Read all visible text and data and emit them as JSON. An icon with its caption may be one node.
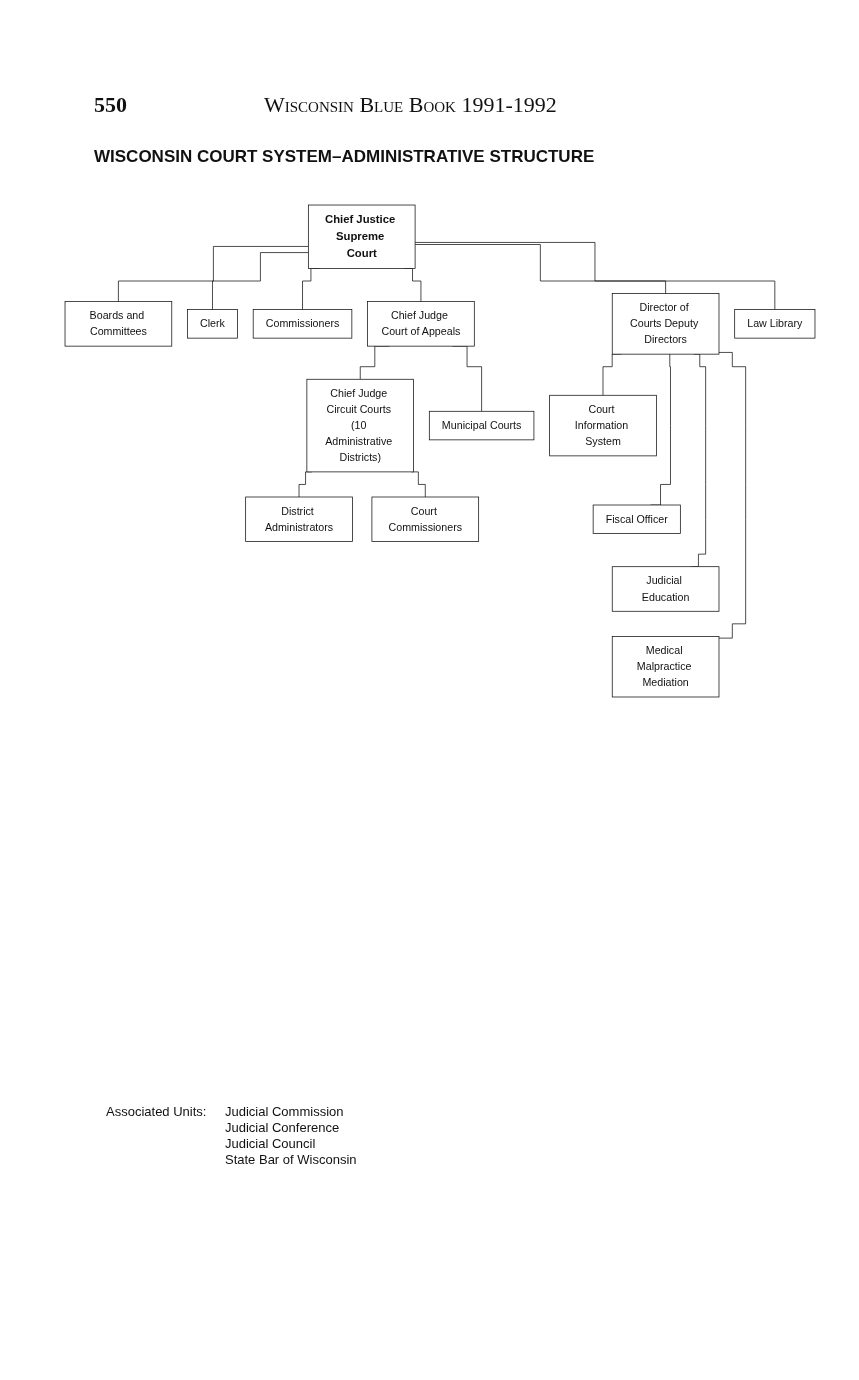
{
  "diagram": {
    "title": "WISCONSIN COURT SYSTEM–ADMINISTRATIVE STRUCTURE",
    "nodes": [
      {
        "text": [
          "Chief Justice Supreme Court"
        ]
      },
      {
        "text": [
          "Boards and Committees"
        ]
      },
      {
        "text": [
          "Clerk"
        ]
      },
      {
        "text": [
          "Commissioners"
        ]
      },
      {
        "text": [
          "Chief Judge Court of Appeals"
        ]
      },
      {
        "text": [
          "Director of Courts Deputy Directors"
        ]
      },
      {
        "text": [
          "Law Library"
        ]
      },
      {
        "text": [
          "Chief Judge Circuit Courts (10 Administrative Districts)"
        ]
      },
      {
        "text": [
          "Municipal Courts"
        ]
      },
      {
        "text": [
          "Court Information System"
        ]
      },
      {
        "text": [
          "Fiscal Officer"
        ]
      },
      {
        "text": [
          "District Administrators"
        ]
      },
      {
        "text": [
          "Court Commissioners"
        ]
      },
      {
        "text": [
          "Judicial Education"
        ]
      },
      {
        "text": [
          "Medical Malpractice Mediation"
        ]
      }
    ],
    "edges": [
      {
        "from": 0,
        "to": 1,
        "arrow": "none"
      },
      {
        "from": 0,
        "to": 2,
        "arrow": "none"
      },
      {
        "from": 0,
        "to": 3,
        "arrow": "none"
      },
      {
        "from": 0,
        "to": 4,
        "arrow": "none"
      },
      {
        "from": 0,
        "to": 5,
        "arrow": "none"
      },
      {
        "from": 0,
        "to": 6,
        "arrow": "none"
      },
      {
        "from": 4,
        "to": 7,
        "arrow": "none"
      },
      {
        "from": 4,
        "to": 8,
        "arrow": "none"
      },
      {
        "from": 5,
        "to": 9,
        "arrow": "none"
      },
      {
        "from": 5,
        "to": 10,
        "arrow": "none"
      },
      {
        "from": 5,
        "to": 13,
        "arrow": "none"
      },
      {
        "from": 5,
        "to": 14,
        "arrow": "none"
      },
      {
        "from": 7,
        "to": 11,
        "arrow": "none"
      },
      {
        "from": 7,
        "to": 12,
        "arrow": "none"
      }
    ],
    "labels": [
      "550",
      "Wisconsin Blue Book 1991-1992",
      "Associated Units:",
      "Judicial Commission",
      "Judicial Conference",
      "Judicial Council",
      "State Bar of Wisconsin"
    ]
  }
}
